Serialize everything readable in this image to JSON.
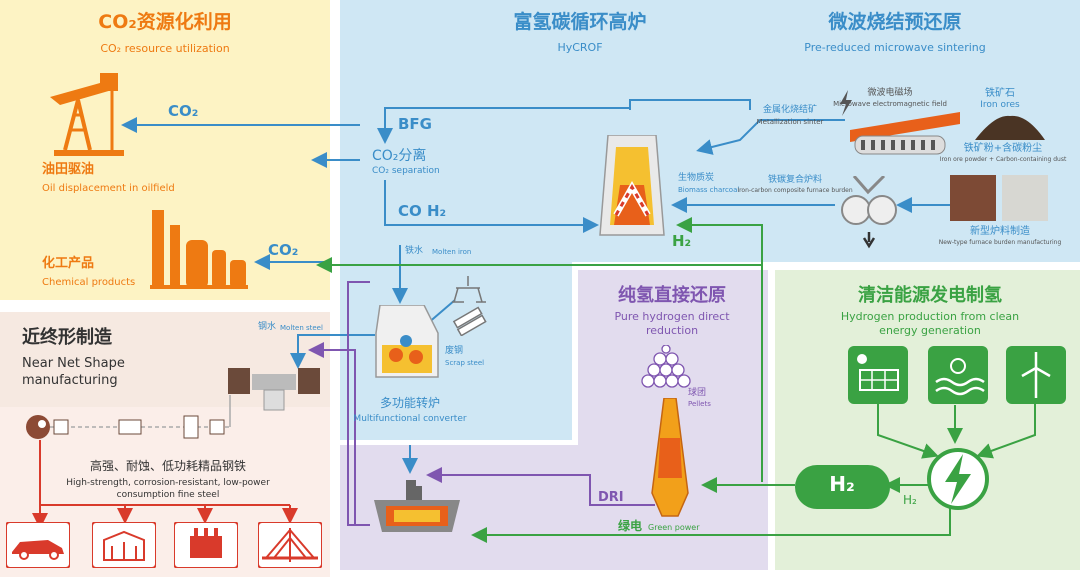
{
  "co2_section": {
    "title": "CO₂资源化利用",
    "subtitle": "CO₂ resource utilization",
    "oil_cn": "油田驱油",
    "oil_en": "Oil displacement in oilfield",
    "chem_cn": "化工产品",
    "chem_en": "Chemical products",
    "co2_label_top": "CO₂",
    "co2_label_bottom": "CO₂",
    "colors": {
      "bg": "#fdf3c4",
      "accent": "#ee7a12"
    }
  },
  "hycrof_section": {
    "title": "富氢碳循环高炉",
    "subtitle": "HyCROF",
    "bfg": "BFG",
    "co2_sep_cn": "CO₂分离",
    "co2_sep_en": "CO₂ separation",
    "co_h2": "CO  H₂",
    "h2_label": "H₂",
    "biomass_cn": "生物质炭",
    "biomass_en": "Biomass charcoal",
    "molten_iron_cn": "铁水",
    "molten_iron_en": "Molten iron",
    "scrap_cn": "废钢",
    "scrap_en": "Scrap steel",
    "converter_cn": "多功能转炉",
    "converter_en": "Multifunctional converter",
    "colors": {
      "bg": "#cfe7f4",
      "accent": "#3a8dc8"
    }
  },
  "microwave_section": {
    "title": "微波烧结预还原",
    "subtitle": "Pre-reduced microwave sintering",
    "field_cn": "微波电磁场",
    "field_en": "Microwave electromagnetic field",
    "metal_cn": "金属化烧结矿",
    "metal_en": "Metallization sinter",
    "ore_cn": "铁矿石",
    "ore_en": "Iron ores",
    "powder_cn": "铁矿粉+含碳粉尘",
    "powder_en": "Iron ore powder + Carbon-containing dust",
    "burden_cn": "铁碳复合炉料",
    "burden_en": "Iron-carbon composite furnace burden",
    "newtype_cn": "新型炉料制造",
    "newtype_en": "New-type furnace burden manufacturing"
  },
  "hydrogen_direct": {
    "title": "纯氢直接还原",
    "subtitle_line1": "Pure hydrogen direct",
    "subtitle_line2": "reduction",
    "pellets_cn": "球团",
    "pellets_en": "Pellets",
    "dri": "DRI",
    "green_power_cn": "绿电",
    "green_power_en": "Green power",
    "colors": {
      "bg": "#e2dcee",
      "accent": "#7f56b0"
    }
  },
  "clean_energy": {
    "title": "清洁能源发电制氢",
    "subtitle_line1": "Hydrogen production from clean",
    "subtitle_line2": "energy generation",
    "h2_tank": "H₂",
    "h2_small": "H₂",
    "icons": [
      "solar-panel-icon",
      "water-wave-icon",
      "wind-turbine-icon",
      "lightning-icon"
    ],
    "colors": {
      "bg": "#e3f0d9",
      "accent": "#3aa243"
    }
  },
  "near_net": {
    "title": "近终形制造",
    "subtitle_line1": "Near Net Shape",
    "subtitle_line2": "manufacturing",
    "molten_steel_cn": "钢水",
    "molten_steel_en": "Molten steel",
    "steel_cn": "高强、耐蚀、低功耗精品钢铁",
    "steel_en_line1": "High-strength, corrosion-resistant, low-power",
    "steel_en_line2": "consumption fine steel",
    "products": [
      "car-icon",
      "building-icon",
      "transformer-icon",
      "bridge-icon"
    ],
    "colors": {
      "bg": "#f6e9e1",
      "accent": "#d93a2b"
    }
  }
}
